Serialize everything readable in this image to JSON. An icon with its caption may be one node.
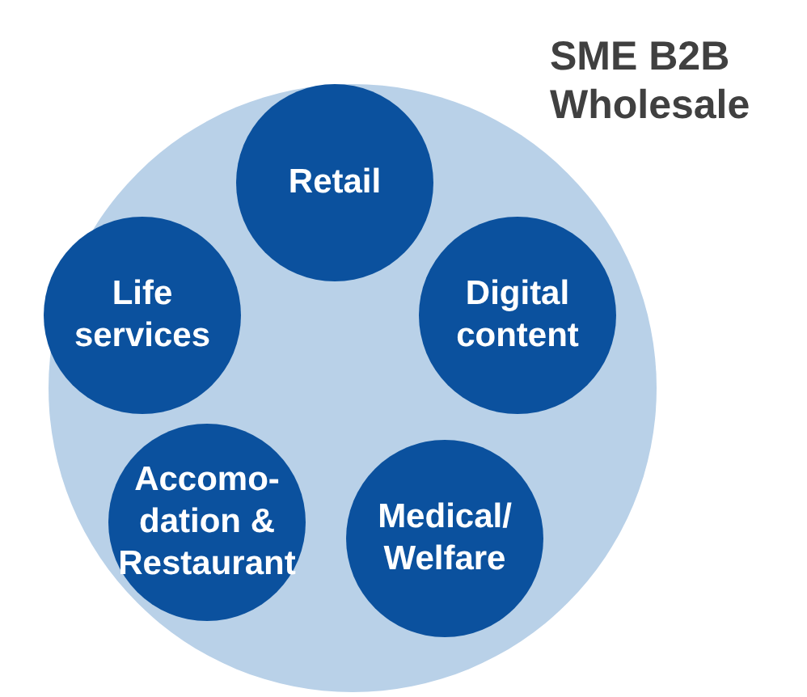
{
  "diagram": {
    "nodes": [
      {
        "text": [
          "SME B2B Wholesale"
        ]
      },
      {
        "text": [
          "Retail"
        ],
        "in": 0
      },
      {
        "text": [
          "Life services"
        ],
        "in": 0
      },
      {
        "text": [
          "Digital content"
        ],
        "in": 0
      },
      {
        "text": [
          "Accomo- dation & Restaurant"
        ],
        "in": 0
      },
      {
        "text": [
          "Medical/ Welfare"
        ],
        "in": 0
      }
    ]
  }
}
